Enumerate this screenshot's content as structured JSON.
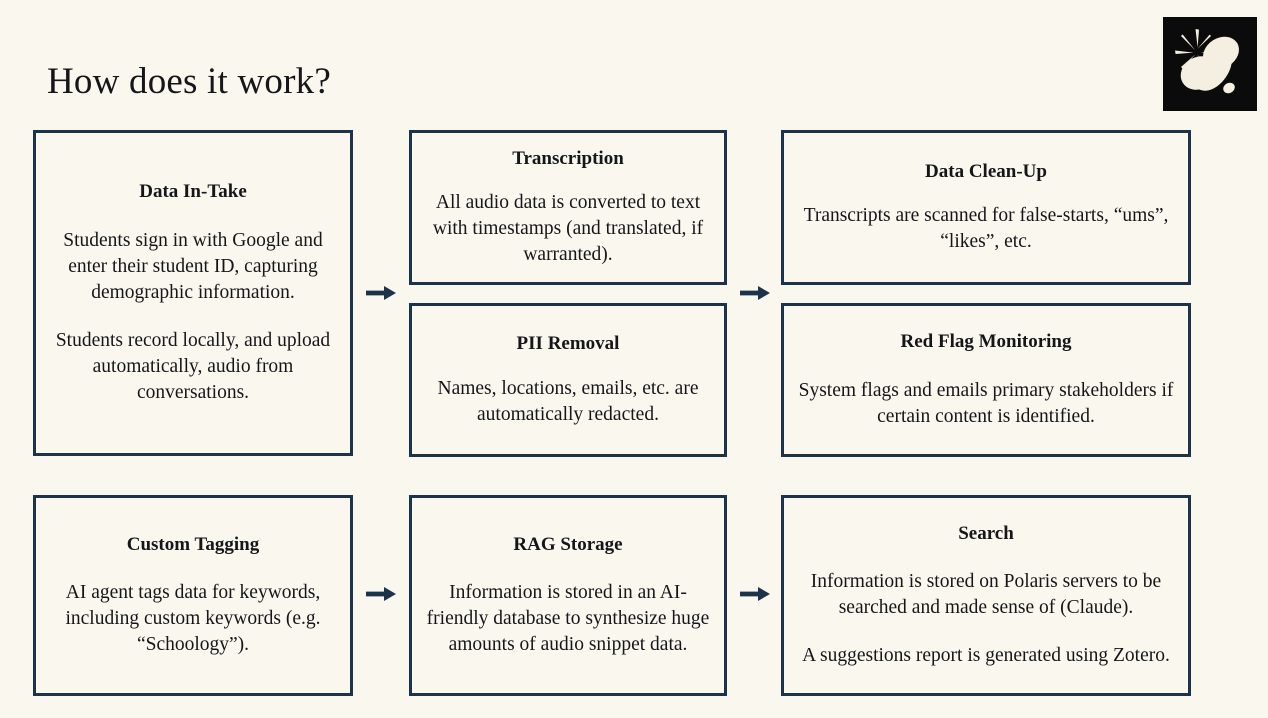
{
  "slide": {
    "title": "How does it work?",
    "background_color": "#faf7ef",
    "border_color": "#1d3349",
    "text_color": "#14161a"
  },
  "logo": {
    "name": "anthropic-sparkle-logo",
    "background_color": "#0b0b0b",
    "mark_color": "#f5efe2"
  },
  "flow": {
    "columns": [
      {
        "name": "column-one",
        "cards": [
          {
            "id": "card-intake",
            "title": "Data In-Take",
            "paragraphs": [
              "Students sign in with Google and enter their student ID, capturing demographic information.",
              "Students record locally, and upload automatically, audio from conversations."
            ]
          },
          {
            "id": "card-tagging",
            "title": "Custom Tagging",
            "paragraphs": [
              "AI agent tags data for keywords, including custom keywords (e.g. “Schoology”)."
            ]
          }
        ]
      },
      {
        "name": "column-two",
        "cards": [
          {
            "id": "card-transcription",
            "title": "Transcription",
            "paragraphs": [
              "All audio data is converted to text with timestamps (and translated, if warranted)."
            ]
          },
          {
            "id": "card-pii",
            "title": "PII Removal",
            "paragraphs": [
              "Names, locations, emails, etc. are automatically redacted."
            ]
          },
          {
            "id": "card-rag",
            "title": "RAG Storage",
            "paragraphs": [
              "Information is stored in an AI-friendly database to synthesize huge amounts of audio snippet data."
            ]
          }
        ]
      },
      {
        "name": "column-three",
        "cards": [
          {
            "id": "card-cleanup",
            "title": "Data Clean-Up",
            "paragraphs": [
              "Transcripts are scanned for false-starts, “ums”, “likes”, etc."
            ]
          },
          {
            "id": "card-redflag",
            "title": "Red Flag Monitoring",
            "paragraphs": [
              "System flags and emails primary stakeholders if certain content is identified."
            ]
          },
          {
            "id": "card-search",
            "title": "Search",
            "paragraphs": [
              "Information is stored on Polaris servers to be searched and made sense of (Claude).",
              "A suggestions report is generated using Zotero."
            ]
          }
        ]
      }
    ],
    "arrows": [
      {
        "name": "arrow-intake-to-transcription",
        "direction": "right"
      },
      {
        "name": "arrow-transcription-to-cleanup",
        "direction": "right"
      },
      {
        "name": "arrow-tagging-to-rag",
        "direction": "right"
      },
      {
        "name": "arrow-rag-to-search",
        "direction": "right"
      }
    ]
  }
}
